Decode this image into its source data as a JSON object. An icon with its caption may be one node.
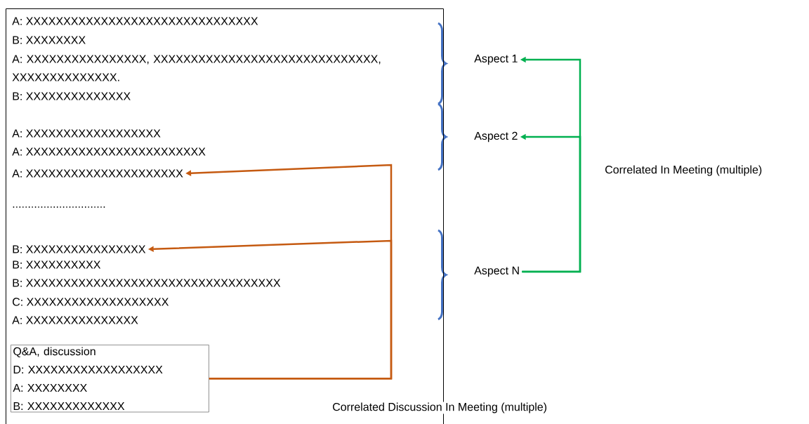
{
  "diagram": {
    "nodes": [
      {
        "text": [],
        "shape": "box"
      },
      {
        "text": [
          "A: XXXXXXXXXXXXXXXXXXXXXXXXXXXXXXX"
        ],
        "in": 0
      },
      {
        "text": [
          "B: XXXXXXXX"
        ],
        "in": 0
      },
      {
        "text": [
          "A: XXXXXXXXXXXXXXXX, XXXXXXXXXXXXXXXXXXXXXXXXXXXXXX, XXXXXXXXXXXXXX."
        ],
        "in": 0
      },
      {
        "text": [
          "B: XXXXXXXXXXXXXX"
        ],
        "in": 0
      },
      {
        "text": [
          "A: XXXXXXXXXXXXXXXXXX"
        ],
        "in": 0
      },
      {
        "text": [
          "A: XXXXXXXXXXXXXXXXXXXXXXXX"
        ],
        "in": 0
      },
      {
        "text": [
          "A: XXXXXXXXXXXXXXXXXXXXX"
        ],
        "in": 0
      },
      {
        "text": [
          ".............................."
        ],
        "in": 0
      },
      {
        "text": [
          "B: XXXXXXXXXXXXXXXX"
        ],
        "in": 0
      },
      {
        "text": [
          "B: XXXXXXXXXX"
        ],
        "in": 0
      },
      {
        "text": [
          "B: XXXXXXXXXXXXXXXXXXXXXXXXXXXXXXXXXX"
        ],
        "in": 0
      },
      {
        "text": [
          "C: XXXXXXXXXXXXXXXXXXX"
        ],
        "in": 0
      },
      {
        "text": [
          "A: XXXXXXXXXXXXXXX"
        ],
        "in": 0
      },
      {
        "text": [
          "Q&A, discussion",
          "D: XXXXXXXXXXXXXXXXXX",
          "A: XXXXXXXX",
          "B: XXXXXXXXXXXXX"
        ],
        "in": 0
      },
      {
        "text": [
          "Aspect 1"
        ]
      },
      {
        "text": [
          "Aspect 2"
        ]
      },
      {
        "text": [
          "Aspect N"
        ]
      }
    ],
    "edges": [
      {
        "from": 14,
        "to": 7,
        "arrow": "to",
        "color": "#c55a11"
      },
      {
        "from": 14,
        "to": 9,
        "arrow": "to",
        "color": "#c55a11"
      },
      {
        "from": 17,
        "to": 15,
        "arrow": "to",
        "color": "#00b050"
      },
      {
        "from": 17,
        "to": 16,
        "arrow": "to",
        "color": "#00b050"
      }
    ],
    "labels": [
      "Correlated In Meeting (multiple)",
      "Correlated Discussion In Meeting (multiple)"
    ]
  }
}
